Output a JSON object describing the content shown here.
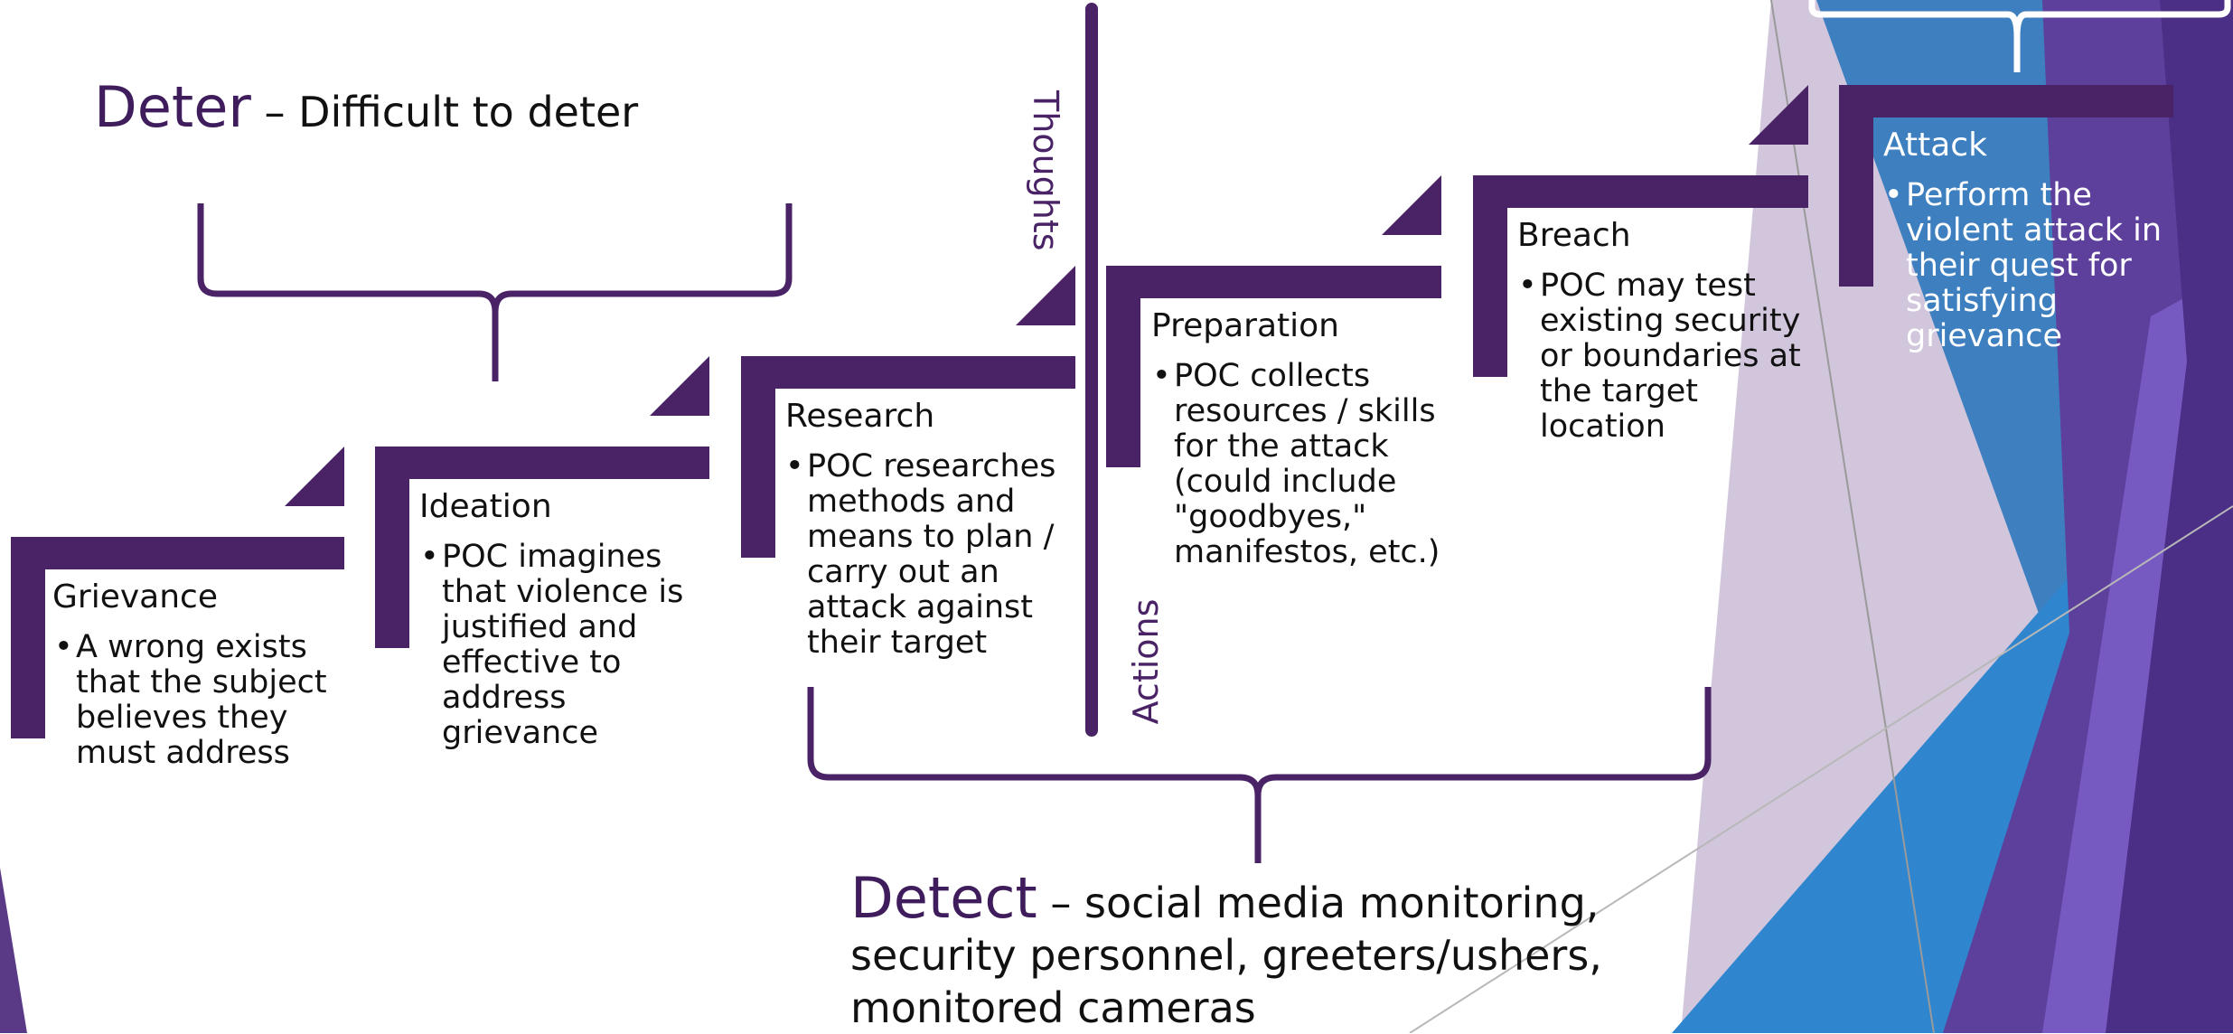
{
  "colors": {
    "primary_purple": "#4a2367",
    "dark_text": "#111111",
    "blue": "#2e7fc8",
    "violet": "#7b5bc4"
  },
  "deter": {
    "keyword": "Deter",
    "description": "– Difficult to deter"
  },
  "detect": {
    "keyword": "Detect",
    "description": "– social media monitoring, security personnel, greeters/ushers, monitored cameras"
  },
  "divider": {
    "top_label": "Thoughts",
    "bottom_label": "Actions"
  },
  "steps": [
    {
      "title": "Grievance",
      "body": "A wrong exists that the subject believes they must address"
    },
    {
      "title": "Ideation",
      "body": "POC imagines that violence is justified and effective to address grievance"
    },
    {
      "title": "Research",
      "body": "POC researches methods and means to plan / carry out an attack against their target"
    },
    {
      "title": "Preparation",
      "body": "POC collects resources / skills for the attack (could include \"goodbyes,\" manifestos, etc.)"
    },
    {
      "title": "Breach",
      "body": "POC may test existing security or boundaries at the target location"
    },
    {
      "title": "Attack",
      "body": "Perform the violent attack in their quest for satisfying grievance"
    }
  ]
}
